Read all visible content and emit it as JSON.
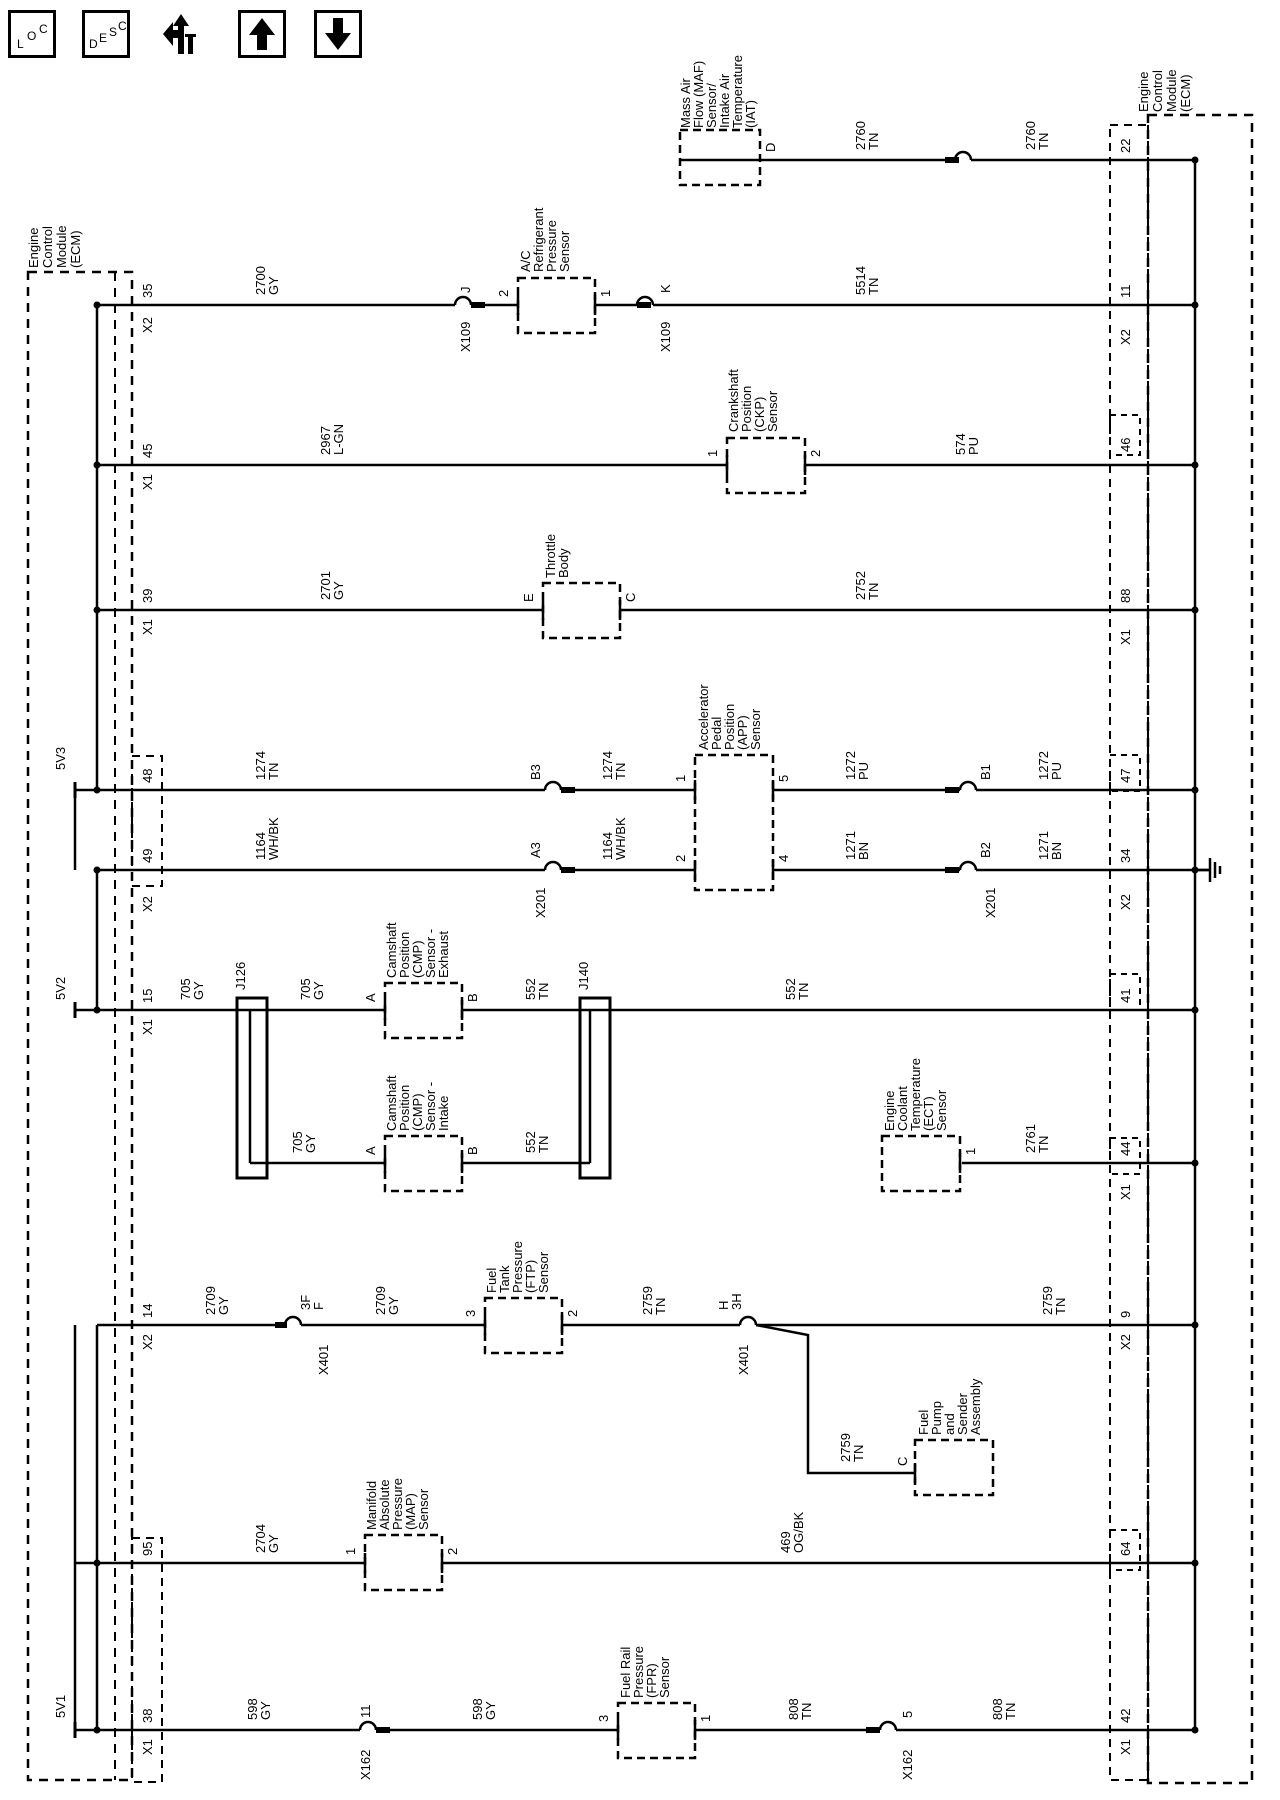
{
  "toolbar": {
    "loc_button": [
      "L",
      "O",
      "C"
    ],
    "desc_button": [
      "D",
      "E",
      "S",
      "C"
    ]
  },
  "modules": {
    "left_ecm": [
      "Engine",
      "Control",
      "Module",
      "(ECM)"
    ],
    "right_ecm": [
      "Engine",
      "Control",
      "Module",
      "(ECM)"
    ]
  },
  "references": {
    "five_v1": "5V1",
    "five_v2": "5V2",
    "five_v3": "5V3"
  },
  "connector_ids": {
    "x1": "X1",
    "x2": "X2"
  },
  "pins_left": {
    "p35": "35",
    "p45": "45",
    "p39": "39",
    "p48": "48",
    "p49": "49",
    "p15": "15",
    "p14": "14",
    "p95": "95",
    "p38": "38"
  },
  "pins_right": {
    "p22": "22",
    "p11": "11",
    "p46": "46",
    "p88": "88",
    "p47": "47",
    "p34": "34",
    "p41": "41",
    "p44": "44",
    "p9": "9",
    "p64": "64",
    "p42": "42"
  },
  "wires": {
    "w2760a": [
      "2760",
      "TN"
    ],
    "w2760b": [
      "2760",
      "TN"
    ],
    "w2700": [
      "2700",
      "GY"
    ],
    "w5514": [
      "5514",
      "TN"
    ],
    "w2967": [
      "2967",
      "L-GN"
    ],
    "w574": [
      "574",
      "PU"
    ],
    "w2701": [
      "2701",
      "GY"
    ],
    "w2752": [
      "2752",
      "TN"
    ],
    "w1274a": [
      "1274",
      "TN"
    ],
    "w1274b": [
      "1274",
      "TN"
    ],
    "w1272a": [
      "1272",
      "PU"
    ],
    "w1272b": [
      "1272",
      "PU"
    ],
    "w1164a": [
      "1164",
      "WH/BK"
    ],
    "w1164b": [
      "1164",
      "WH/BK"
    ],
    "w1271a": [
      "1271",
      "BN"
    ],
    "w1271b": [
      "1271",
      "BN"
    ],
    "w705a": [
      "705",
      "GY"
    ],
    "w705b": [
      "705",
      "GY"
    ],
    "w705c": [
      "705",
      "GY"
    ],
    "w552a": [
      "552",
      "TN"
    ],
    "w552b": [
      "552",
      "TN"
    ],
    "w552c": [
      "552",
      "TN"
    ],
    "w2761": [
      "2761",
      "TN"
    ],
    "w2709a": [
      "2709",
      "GY"
    ],
    "w2709b": [
      "2709",
      "GY"
    ],
    "w2759a": [
      "2759",
      "TN"
    ],
    "w2759b": [
      "2759",
      "TN"
    ],
    "w2759c": [
      "2759",
      "TN"
    ],
    "w2704": [
      "2704",
      "GY"
    ],
    "w469": [
      "469",
      "OG/BK"
    ],
    "w598a": [
      "598",
      "GY"
    ],
    "w598b": [
      "598",
      "GY"
    ],
    "w808a": [
      "808",
      "TN"
    ],
    "w808b": [
      "808",
      "TN"
    ]
  },
  "components": {
    "maf": [
      "Mass Air",
      "Flow (MAF)",
      "Sensor/",
      "Intake Air",
      "Temperature",
      "(IAT)"
    ],
    "ac": [
      "A/C",
      "Refrigerant",
      "Pressure",
      "Sensor"
    ],
    "ckp": [
      "Crankshaft",
      "Position",
      "(CKP)",
      "Sensor"
    ],
    "throttle": [
      "Throttle",
      "Body"
    ],
    "app": [
      "Accelerator",
      "Pedal",
      "Position",
      "(APP)",
      "Sensor"
    ],
    "cmp_exh": [
      "Camshaft",
      "Position",
      "(CMP)",
      "Sensor -",
      "Exhaust"
    ],
    "cmp_int": [
      "Camshaft",
      "Position",
      "(CMP)",
      "Sensor -",
      "Intake"
    ],
    "ect": [
      "Engine",
      "Coolant",
      "Temperature",
      "(ECT)",
      "Sensor"
    ],
    "ftp": [
      "Fuel",
      "Tank",
      "Pressure",
      "(FTP)",
      "Sensor"
    ],
    "fuel_pump": [
      "Fuel",
      "Pump",
      "and",
      "Sender",
      "Assembly"
    ],
    "map": [
      "Manifold",
      "Absolute",
      "Pressure",
      "(MAP)",
      "Sensor"
    ],
    "fpr": [
      "Fuel Rail",
      "Pressure",
      "(FPR)",
      "Sensor"
    ]
  },
  "terminals": {
    "maf_d": "D",
    "ac_2": "2",
    "ac_1": "1",
    "ckp_1": "1",
    "ckp_2": "2",
    "tb_e": "E",
    "tb_c": "C",
    "app_1": "1",
    "app_2": "2",
    "app_5": "5",
    "app_4": "4",
    "cmpx_a": "A",
    "cmpx_b": "B",
    "cmpi_a": "A",
    "cmpi_b": "B",
    "ect_1": "1",
    "ftp_3": "3",
    "ftp_2": "2",
    "fp_c": "C",
    "map_1": "1",
    "map_2": "2",
    "fpr_3": "3",
    "fpr_1": "1"
  },
  "connectors": {
    "x109_j": [
      "X109",
      "J"
    ],
    "x109_k": [
      "X109",
      "K"
    ],
    "x201_b3": [
      "X201",
      "B3"
    ],
    "x201_a3": [
      "X201",
      "A3"
    ],
    "x201_b1": [
      "X201",
      "B1"
    ],
    "x201_b2": [
      "X201",
      "B2"
    ],
    "x401_3f": [
      "X401",
      "3F",
      "F"
    ],
    "x401_3h": [
      "X401",
      "3H",
      "H"
    ],
    "x162_11": [
      "X162",
      "11"
    ],
    "x162_5": [
      "X162",
      "5"
    ]
  },
  "splices": {
    "j126": "J126",
    "j140": "J140"
  }
}
